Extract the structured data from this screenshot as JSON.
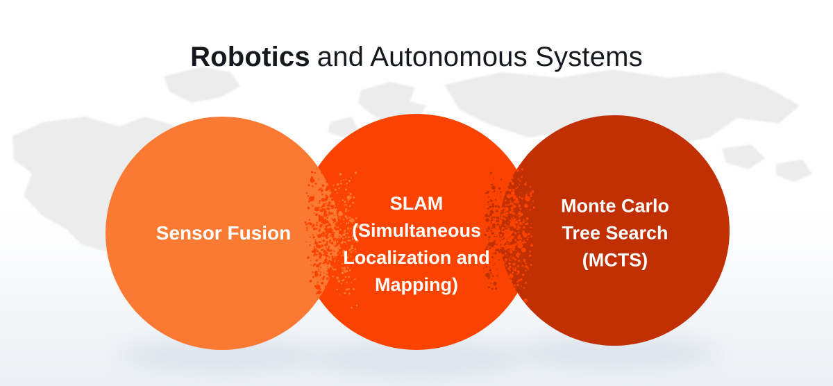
{
  "title": {
    "bold_part": "Robotics",
    "regular_part": "and Autonomous Systems"
  },
  "colors": {
    "title_text": "#15181d",
    "label_text": "#ffffff",
    "background_top": "#ffffff",
    "background_bottom": "#ecf0f4",
    "map_fill": "#ececec",
    "shadow_tint": "#cdd8e2",
    "circle_sensor_fusion": "#FB7A33",
    "circle_slam": "#FA4301",
    "circle_mcts": "#C13003"
  },
  "circles": [
    {
      "id": "sensor-fusion",
      "label": "Sensor Fusion",
      "lines": [
        "Sensor Fusion"
      ],
      "color": "#FB7A33"
    },
    {
      "id": "slam",
      "label": "SLAM (Simultaneous Localization and Mapping)",
      "lines": [
        "SLAM",
        "(Simultaneous",
        "Localization and",
        "Mapping)"
      ],
      "color": "#FA4301"
    },
    {
      "id": "mcts",
      "label": "Monte Carlo Tree Search (MCTS)",
      "lines": [
        "Monte Carlo",
        "Tree Search",
        "(MCTS)"
      ],
      "color": "#C13003"
    }
  ]
}
